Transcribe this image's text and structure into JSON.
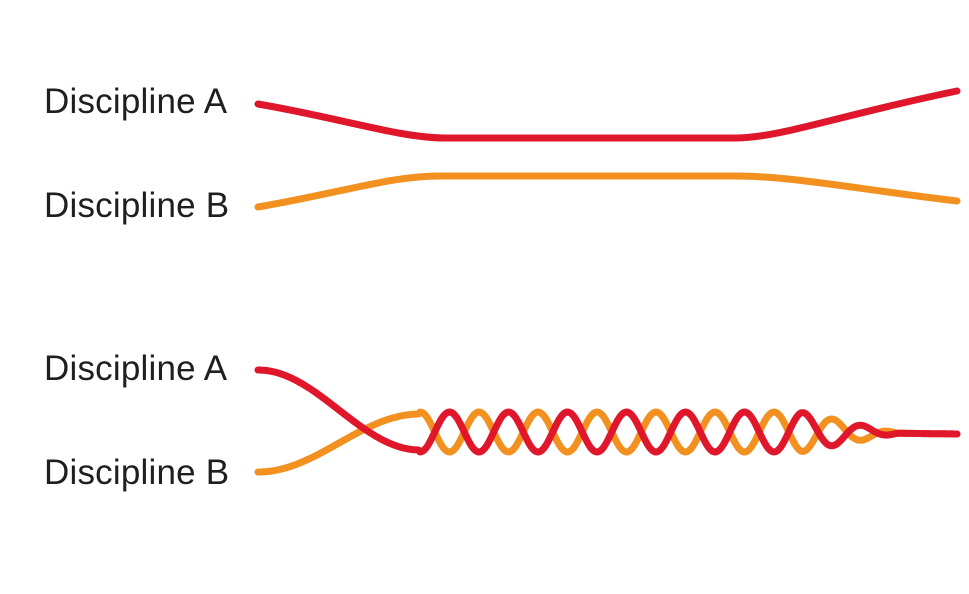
{
  "panels": [
    {
      "label_a": "Discipline A",
      "label_b": "Discipline B"
    },
    {
      "label_a": "Discipline A",
      "label_b": "Discipline B"
    }
  ],
  "colors": {
    "discipline_a": "#e0162b",
    "discipline_b": "#f29020",
    "text": "#1f1f1f"
  }
}
